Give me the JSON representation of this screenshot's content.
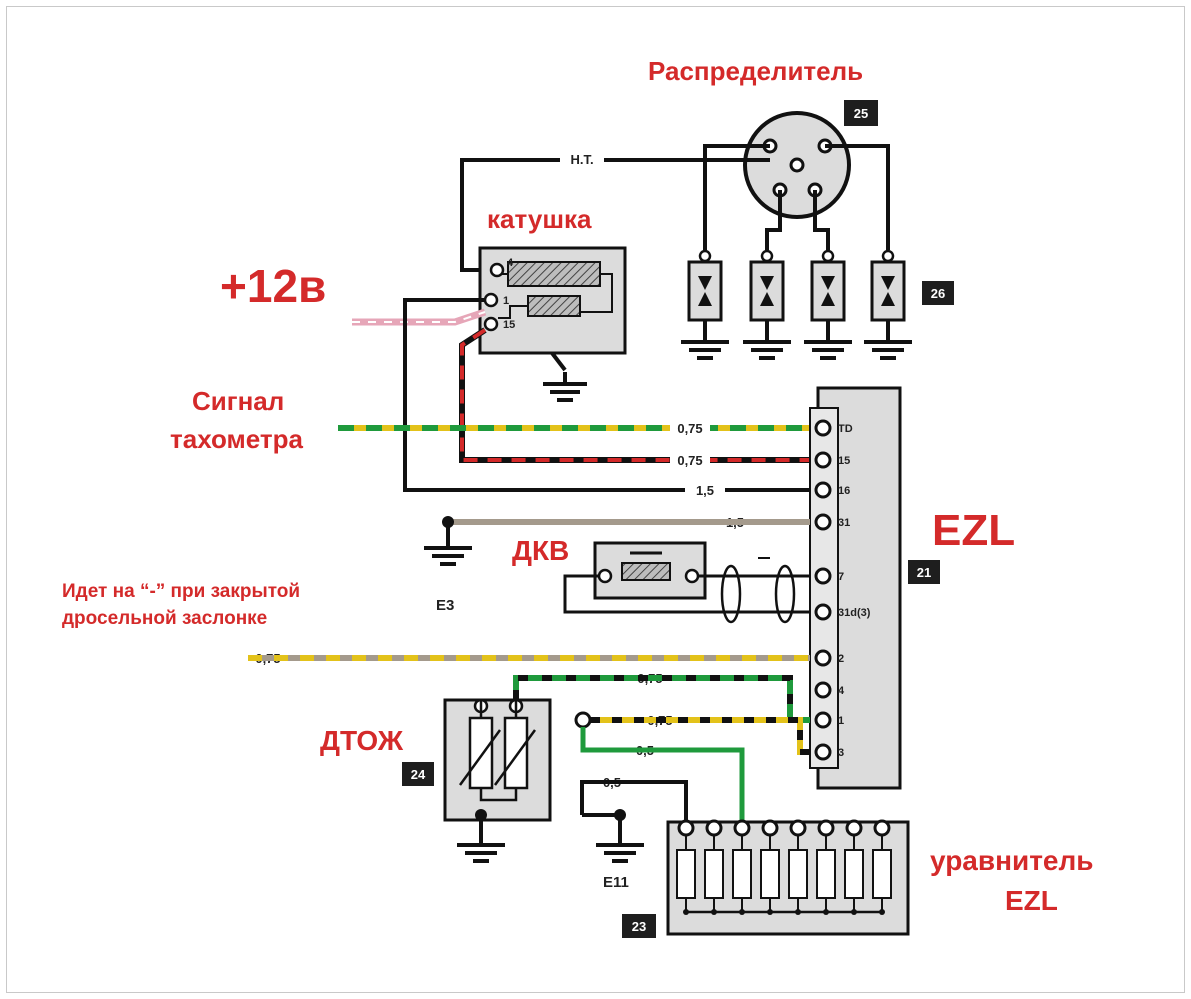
{
  "title": "Схема системы зажигания EZL",
  "labels": {
    "distributor": "Распределитель",
    "coil": "катушка",
    "plus12": "+12в",
    "tacho_line1": "Сигнал",
    "tacho_line2": "тахометра",
    "ezl": "EZL",
    "dkv": "ДКВ",
    "dtozh": "ДТОЖ",
    "equalizer_line1": "уравнитель",
    "equalizer_line2": "EZL",
    "note_line1": "Идет на “-” при закрытой",
    "note_line2": "дросельной заслонке",
    "hv": "H.T."
  },
  "badges": {
    "distributor": "25",
    "plugs": "26",
    "ezl": "21",
    "dtozh": "24",
    "equalizer": "23"
  },
  "grounds": {
    "e3": "E3",
    "e11": "E11"
  },
  "coil_pins": [
    "4",
    "1",
    "15"
  ],
  "ezl_pins": [
    "TD",
    "15",
    "16",
    "31",
    "7",
    "31d(3)",
    "2",
    "4",
    "1",
    "3"
  ],
  "wires": {
    "td": "0,75",
    "p15": "0,75",
    "p16": "1,5",
    "p31": "1,5",
    "p2": "0,75",
    "p1": "0,75",
    "p3": "0,75",
    "eq_green": "0,5",
    "eq_black": "0,5"
  },
  "colors": {
    "label_red": "#d42a2a",
    "badge_bg": "#1e1e1e",
    "component_fill": "#dcdcdc",
    "wire_black": "#111111",
    "wire_green": "#1f9a3c",
    "wire_yellow": "#e3c21a",
    "wire_red": "#d42a2a",
    "wire_grey": "#a49a8c",
    "wire_pink": "#e6a6b8"
  }
}
